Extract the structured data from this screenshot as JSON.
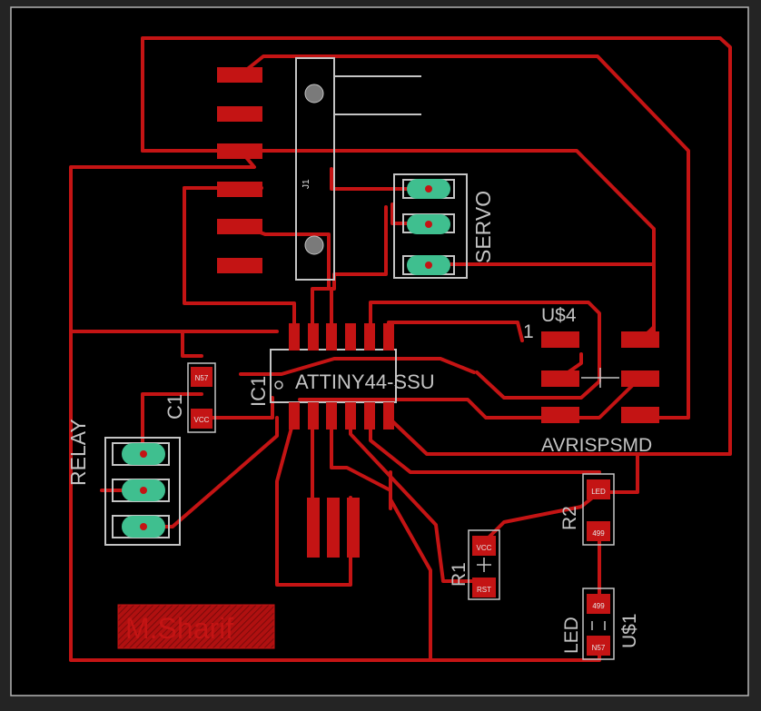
{
  "colors": {
    "background": "#242424",
    "board": "#000000",
    "outline": "#b4b4b4",
    "copper": "#c41414",
    "copper_hatch": "#8f0d0d",
    "silk": "#c4c4c4",
    "pad_green": "#3fbf8f",
    "small_text": "#e6e6e6"
  },
  "labels": {
    "servo": "SERVO",
    "relay": "RELAY",
    "ic1_name": "IC1",
    "ic1_value": "ATTINY44-SSU",
    "c1": "C1",
    "us4": "U$4",
    "pin1": "1",
    "avr": "AVRISPSMD",
    "r1": "R1",
    "r2": "R2",
    "led": "LED",
    "us1": "U$1",
    "j1": "J1",
    "author": "M.Sharif"
  },
  "pads": {
    "c1_top": "N57",
    "c1_bottom": "VCC",
    "r1_top": "VCC",
    "r1_bottom": "RST",
    "r2_top": "LED",
    "r2_bottom": "499",
    "us1_top": "499",
    "us1_bottom": "N57"
  }
}
